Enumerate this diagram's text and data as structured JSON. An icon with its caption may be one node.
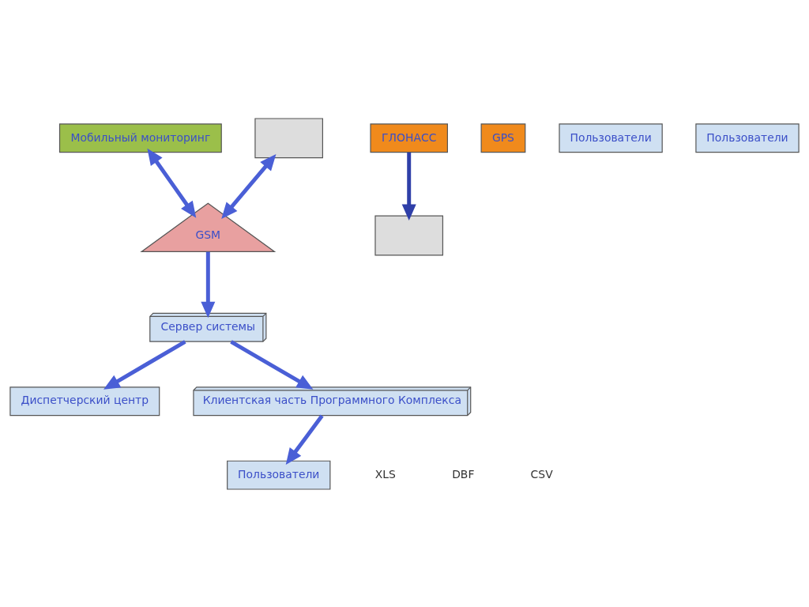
{
  "diagram": {
    "nodes": [
      {
        "text": [
          "Диспетчерский центр"
        ]
      },
      {
        "text": [
          "ГЛОНАСС"
        ]
      },
      {
        "text": [
          "GPS"
        ]
      },
      {
        "text": [
          "Сервер системы"
        ]
      },
      {
        "text": [
          "Пользователи"
        ]
      },
      {
        "text": [
          "Пользователи"
        ]
      },
      {
        "text": [
          "Пользователи"
        ]
      },
      {
        "text": [
          "Мобильный мониторинг"
        ]
      },
      {
        "text": [
          "GSM"
        ]
      },
      {
        "text": [
          "Клиентская часть Программного Комплекса"
        ]
      },
      {
        "text": [],
        "shape": "box"
      },
      {
        "text": [],
        "shape": "box"
      }
    ],
    "edges": [
      {
        "from": 1,
        "to": 10,
        "arrow": "to",
        "color": "#2f3fa8"
      },
      {
        "from": 11,
        "to": 8,
        "arrow": "both"
      },
      {
        "from": 7,
        "to": 8,
        "arrow": "both"
      },
      {
        "from": 8,
        "to": 3,
        "arrow": "to"
      },
      {
        "from": 3,
        "to": 0,
        "arrow": "to"
      },
      {
        "from": 3,
        "to": 9,
        "arrow": "to"
      },
      {
        "from": 9,
        "to": 5,
        "arrow": "to"
      }
    ],
    "labels": [
      "XLS",
      "DBF",
      "CSV"
    ]
  }
}
